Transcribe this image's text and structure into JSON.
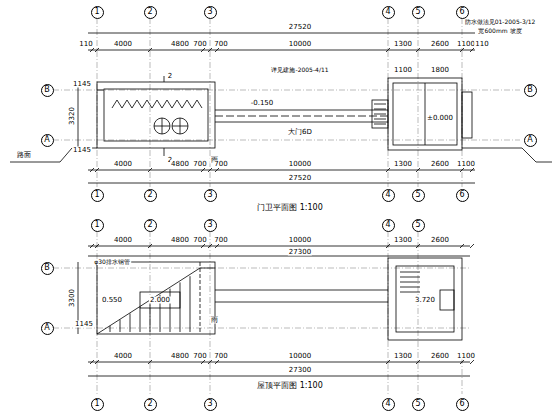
{
  "diagram": {
    "nodes": [
      {
        "text": [
          "1"
        ]
      },
      {
        "text": [
          "2"
        ]
      },
      {
        "text": [
          "3"
        ]
      },
      {
        "text": [
          "4"
        ]
      },
      {
        "text": [
          "5"
        ]
      },
      {
        "text": [
          "6"
        ]
      },
      {
        "text": [
          "B"
        ]
      },
      {
        "text": [
          "A"
        ]
      },
      {
        "text": [
          "B"
        ]
      },
      {
        "text": [
          "A"
        ]
      },
      {
        "text": [
          "1"
        ]
      },
      {
        "text": [
          "2"
        ]
      },
      {
        "text": [
          "3"
        ]
      },
      {
        "text": [
          "4"
        ]
      },
      {
        "text": [
          "5"
        ]
      },
      {
        "text": [
          "6"
        ]
      },
      {
        "text": [
          "1"
        ]
      },
      {
        "text": [
          "2"
        ]
      },
      {
        "text": [
          "3"
        ]
      },
      {
        "text": [
          "4"
        ]
      },
      {
        "text": [
          "5"
        ]
      },
      {
        "text": [
          "B"
        ]
      },
      {
        "text": [
          "A"
        ]
      },
      {
        "text": [
          "1"
        ]
      },
      {
        "text": [
          "2"
        ]
      },
      {
        "text": [
          "3"
        ]
      },
      {
        "text": [
          "4"
        ]
      },
      {
        "text": [
          "5"
        ]
      },
      {
        "text": [
          "6"
        ]
      }
    ],
    "labels": [
      "27520",
      "110",
      "4000",
      "4800",
      "700",
      "700",
      "10000",
      "1300",
      "2600",
      "1100",
      "110",
      "防水做法见01-2005-3/12",
      "宽600mm 坡度",
      "详见建施-2005-4/11",
      "1100",
      "1800",
      "1145",
      "3320",
      "1145",
      "2",
      "2",
      "-0.150",
      "±0.000",
      "雨",
      "大门6D",
      "路面",
      "4000",
      "4800",
      "700",
      "700",
      "10000",
      "1300",
      "2600",
      "1100",
      "27520",
      "门卫平面图 1:100",
      "φ30排水钢管",
      "4000",
      "4800",
      "700",
      "700",
      "10000",
      "1300",
      "2600",
      "0.550",
      "2.000",
      "3.720",
      "1145",
      "3300",
      "雨",
      "4000",
      "4800",
      "700",
      "700",
      "10000",
      "1300",
      "2600",
      "1100",
      "27300",
      "屋顶平面图 1:100",
      "27300"
    ]
  }
}
